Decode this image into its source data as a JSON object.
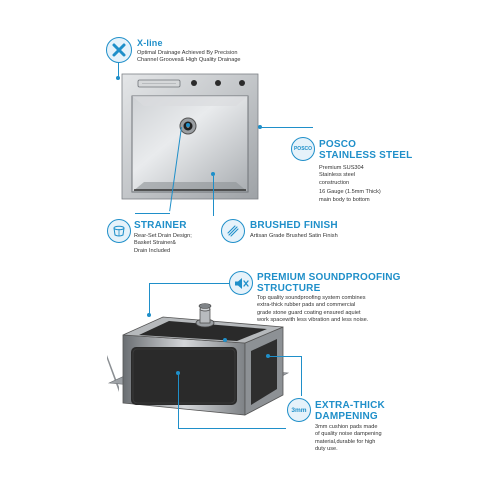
{
  "xline": {
    "title": "X-line",
    "desc1": "Optimal Drainage Achieved By Precision",
    "desc2": "Channel Grooves& High Quality Drainage",
    "icon": "x-icon"
  },
  "posco": {
    "title1": "POSCO",
    "title2": "STAINLESS STEEL",
    "badge": "POSCO",
    "desc1": "Premium SUS304",
    "desc2": "Stainless steel",
    "desc3": "construction",
    "desc4": "16 Gauge (1.5mm Thick)",
    "desc5": "main body to bottom"
  },
  "strainer": {
    "title": "STRAINER",
    "desc1": "Rear-Set Drain Design;",
    "desc2": "Basket Strainer&",
    "desc3": "Drain Included"
  },
  "brushed": {
    "title": "BRUSHED FINISH",
    "desc": "Artisan Grade Brushed Satin Finish"
  },
  "sound": {
    "title1": "PREMIUM SOUNDPROOFING",
    "title2": "STRUCTURE",
    "desc1": "Top quality soundproofing system combines",
    "desc2": "extra-thick rubber pads and commercial",
    "desc3": "grade stone guard coating ensured aquiet",
    "desc4": "work spacewith less vibration and less noise."
  },
  "damp": {
    "badge": "3mm",
    "title1": "EXTRA-THICK",
    "title2": "DAMPENING",
    "desc1": "3mm cushion pads made",
    "desc2": "of quality noise dampening",
    "desc3": "material,durable for high",
    "desc4": "duty use."
  },
  "colors": {
    "accent": "#1f8fc9",
    "accent_light": "#e6f2fa",
    "steel": "#b9bcbf",
    "rubber": "#2a2a2a"
  }
}
